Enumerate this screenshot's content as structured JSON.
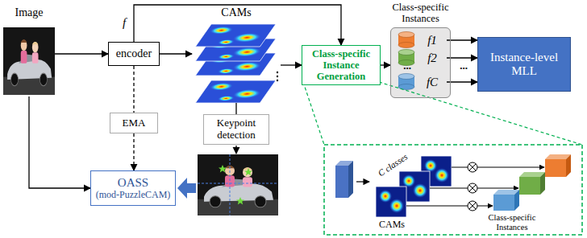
{
  "diagram": {
    "nodes": [
      {
        "text": [
          "Image"
        ]
      },
      {
        "text": [
          "encoder"
        ]
      },
      {
        "text": [
          "CAMs"
        ]
      },
      {
        "text": [
          "Class-specific Instance Generation"
        ]
      },
      {
        "text": [
          "Class-specific Instances"
        ]
      },
      {
        "text": [
          "f1"
        ],
        "in": 4
      },
      {
        "text": [
          "f2"
        ],
        "in": 4
      },
      {
        "text": [
          "fC"
        ],
        "in": 4
      },
      {
        "text": [
          "Instance-level MLL"
        ]
      },
      {
        "text": [
          "EMA"
        ]
      },
      {
        "text": [
          "Keypoint detection"
        ]
      },
      {
        "text": [
          "OASS",
          "(mod-PuzzleCAM)"
        ]
      }
    ],
    "edges": [
      {
        "from": 0,
        "to": 1,
        "arrow": "to"
      },
      {
        "from": 1,
        "to": 2,
        "arrow": "to"
      },
      {
        "from": 1,
        "to": 3,
        "label": "f",
        "arrow": "to"
      },
      {
        "from": 2,
        "to": 3,
        "arrow": "to"
      },
      {
        "from": 3,
        "to": 4,
        "arrow": "to"
      },
      {
        "from": 5,
        "to": 8,
        "arrow": "to"
      },
      {
        "from": 6,
        "to": 8,
        "arrow": "to"
      },
      {
        "from": 7,
        "to": 8,
        "arrow": "to"
      },
      {
        "from": 1,
        "to": 9,
        "arrow": "none"
      },
      {
        "from": 9,
        "to": 11,
        "arrow": "to"
      },
      {
        "from": 2,
        "to": 10,
        "arrow": "none"
      },
      {
        "from": 0,
        "to": 11,
        "arrow": "to"
      }
    ],
    "labels": [
      "...",
      "...",
      "C classes",
      "CAMs",
      "Class-specific Instances"
    ]
  }
}
